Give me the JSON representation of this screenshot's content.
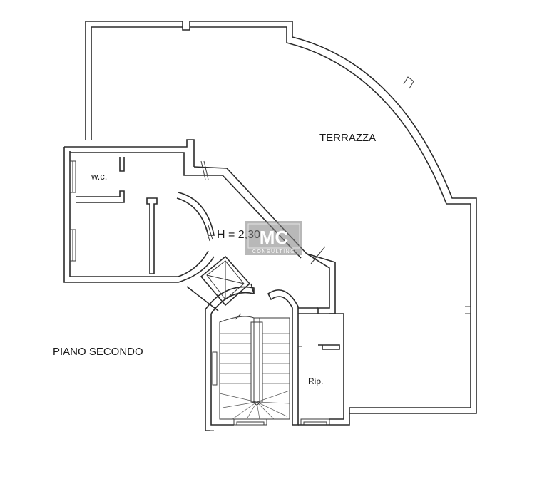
{
  "rooms": {
    "terrazza": "TERRAZZA",
    "wc": "w.c.",
    "ripostiglio": "Rip."
  },
  "annotations": {
    "height": "H = 2,30",
    "floor": "PIANO SECONDO"
  },
  "watermark": {
    "logo": "MC",
    "tagline": "CONSULTING"
  },
  "colors": {
    "ink": "#2b2b2b",
    "background": "#ffffff",
    "watermark": "#7d7d7d"
  }
}
